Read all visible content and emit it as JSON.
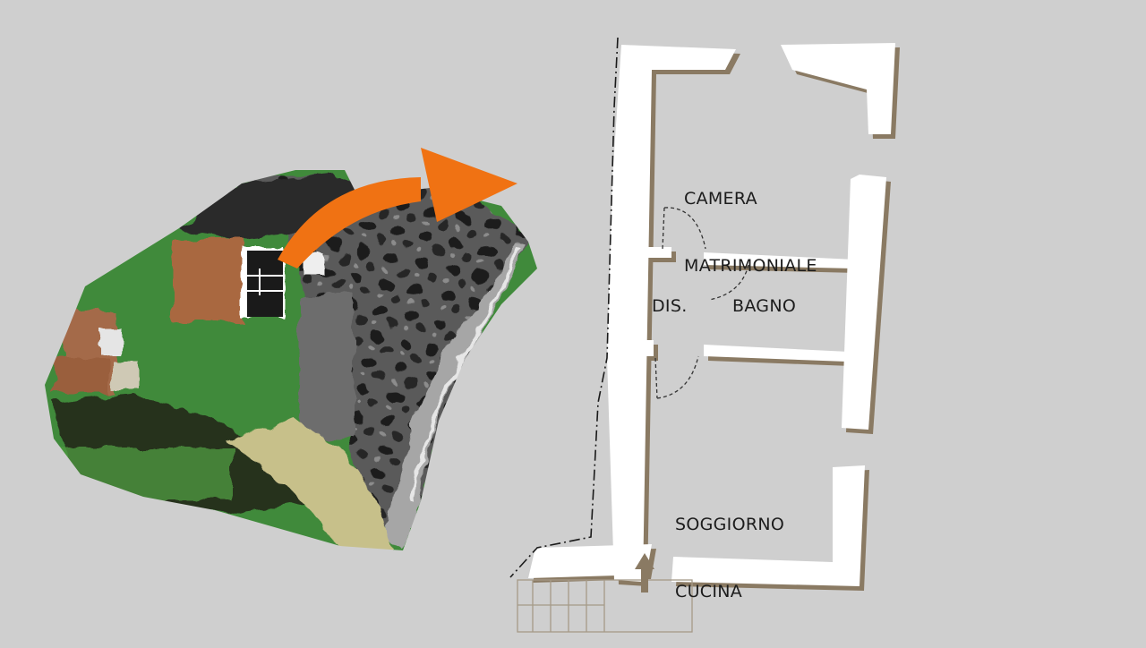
{
  "rooms": {
    "camera_line1": "CAMERA",
    "camera_line2": "MATRIMONIALE",
    "disimpegno": "DIS.",
    "bagno": "BAGNO",
    "soggiorno_line1": "SOGGIORNO",
    "soggiorno_line2": "CUCINA"
  },
  "colors": {
    "background": "#cfcfcf",
    "wall": "#ffffff",
    "wall_shadow": "#8a7a63",
    "arrow": "#f07213",
    "entrance_arrow": "#8a7a63"
  },
  "icons": {
    "location_arrow": "curved-arrow-icon",
    "entrance": "entrance-arrow-icon"
  }
}
